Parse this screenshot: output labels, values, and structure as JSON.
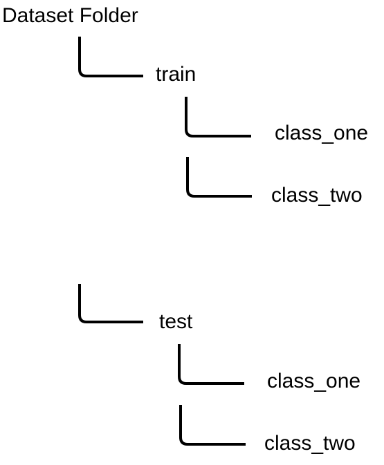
{
  "tree": {
    "root": {
      "label": "Dataset Folder"
    },
    "train": {
      "label": "train",
      "children": [
        {
          "label": "class_one"
        },
        {
          "label": "class_two"
        }
      ]
    },
    "test": {
      "label": "test",
      "children": [
        {
          "label": "class_one"
        },
        {
          "label": "class_two"
        }
      ]
    }
  }
}
